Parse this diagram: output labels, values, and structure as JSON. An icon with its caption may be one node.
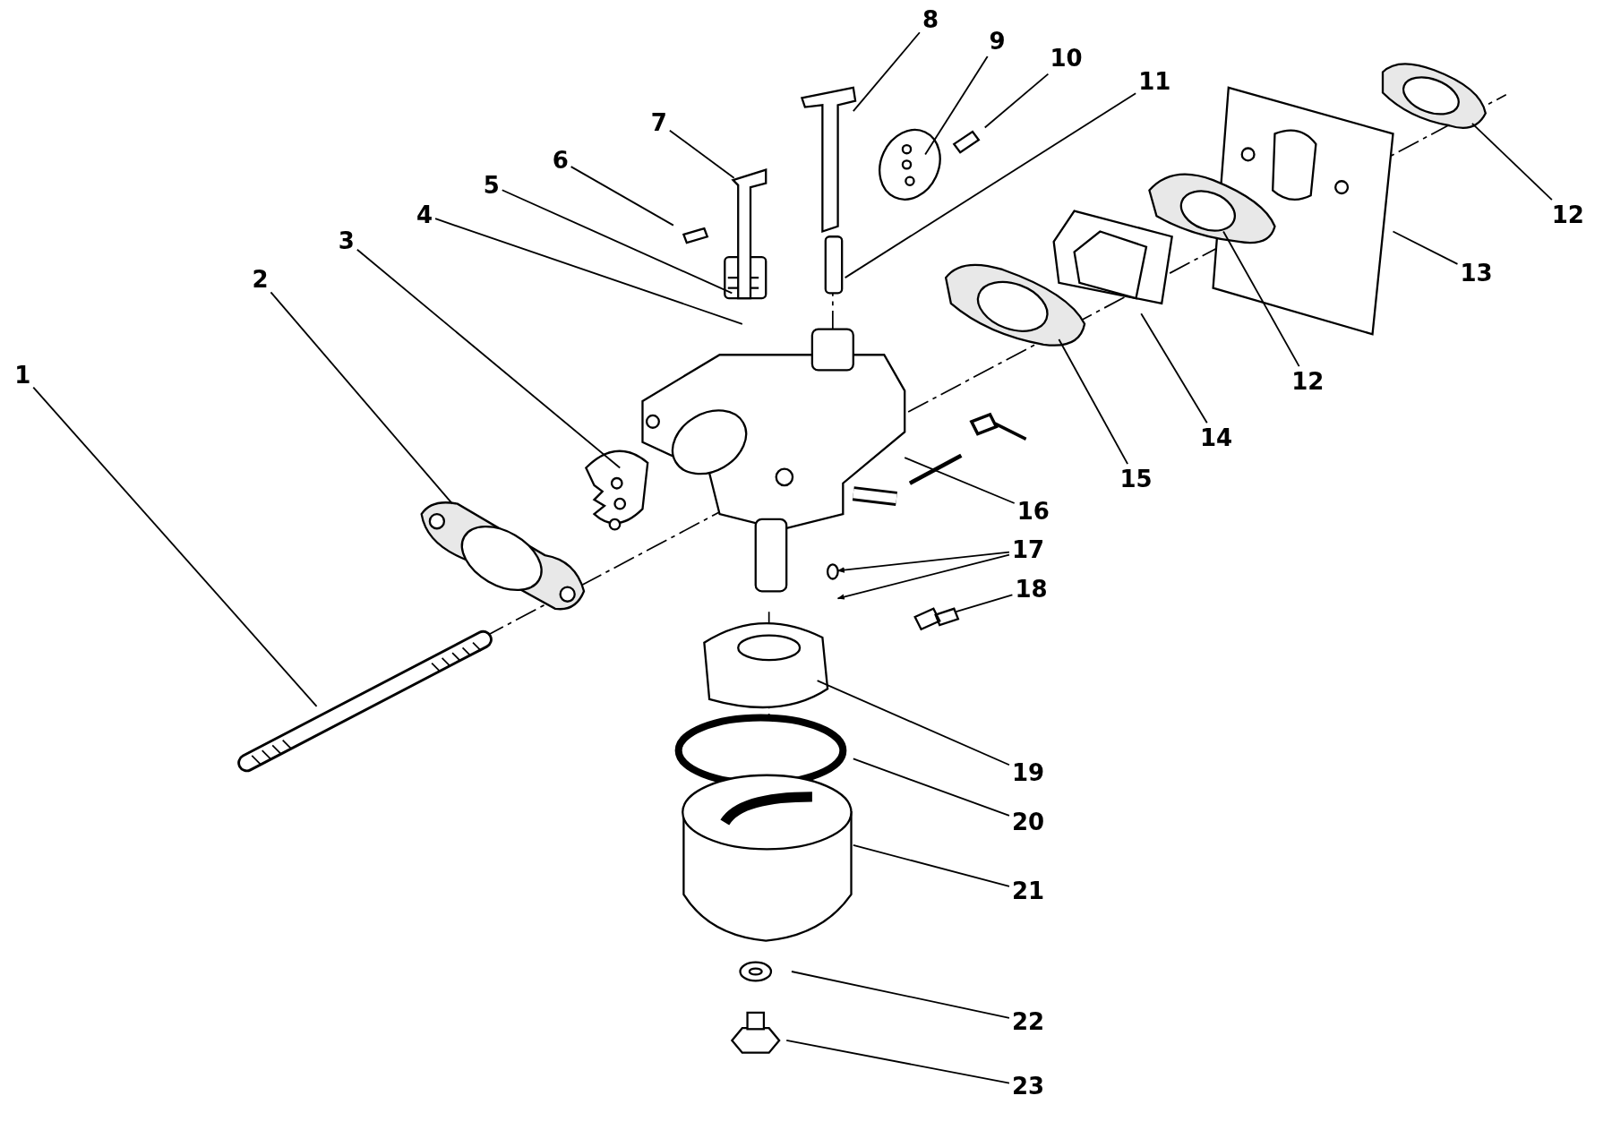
{
  "diagram": {
    "nodes": [
      {
        "text": [
          "1"
        ]
      },
      {
        "text": [
          "2"
        ]
      },
      {
        "text": [
          "3"
        ]
      },
      {
        "text": [
          "4"
        ]
      },
      {
        "text": [
          "5"
        ]
      },
      {
        "text": [
          "6"
        ]
      },
      {
        "text": [
          "7"
        ]
      },
      {
        "text": [
          "8"
        ]
      },
      {
        "text": [
          "9"
        ]
      },
      {
        "text": [
          "10"
        ]
      },
      {
        "text": [
          "11"
        ]
      },
      {
        "text": [
          "12"
        ]
      },
      {
        "text": [
          "13"
        ]
      },
      {
        "text": [
          "12"
        ]
      },
      {
        "text": [
          "14"
        ]
      },
      {
        "text": [
          "15"
        ]
      },
      {
        "text": [
          "16"
        ]
      },
      {
        "text": [
          "17"
        ]
      },
      {
        "text": [
          "18"
        ]
      },
      {
        "text": [
          "19"
        ]
      },
      {
        "text": [
          "20"
        ]
      },
      {
        "text": [
          "21"
        ]
      },
      {
        "text": [
          "22"
        ]
      },
      {
        "text": [
          "23"
        ]
      }
    ],
    "edges": [
      {
        "from": 0,
        "to": null,
        "arrow": "none"
      },
      {
        "from": 1,
        "to": null,
        "arrow": "none"
      },
      {
        "from": 2,
        "to": null,
        "arrow": "none"
      },
      {
        "from": 3,
        "to": null,
        "arrow": "none"
      },
      {
        "from": 4,
        "to": null,
        "arrow": "none"
      },
      {
        "from": 5,
        "to": null,
        "arrow": "none"
      },
      {
        "from": 6,
        "to": null,
        "arrow": "none"
      },
      {
        "from": 7,
        "to": null,
        "arrow": "none"
      },
      {
        "from": 8,
        "to": null,
        "arrow": "none"
      },
      {
        "from": 9,
        "to": null,
        "arrow": "none"
      },
      {
        "from": 10,
        "to": null,
        "arrow": "none"
      },
      {
        "from": 11,
        "to": null,
        "arrow": "none"
      },
      {
        "from": 12,
        "to": null,
        "arrow": "none"
      },
      {
        "from": 13,
        "to": null,
        "arrow": "none"
      },
      {
        "from": 14,
        "to": null,
        "arrow": "none"
      },
      {
        "from": 15,
        "to": null,
        "arrow": "none"
      },
      {
        "from": 16,
        "to": null,
        "arrow": "none"
      },
      {
        "from": 17,
        "to": null,
        "arrow": "to"
      },
      {
        "from": 17,
        "to": null,
        "arrow": "to"
      },
      {
        "from": 18,
        "to": null,
        "arrow": "none"
      },
      {
        "from": 19,
        "to": null,
        "arrow": "none"
      },
      {
        "from": 20,
        "to": null,
        "arrow": "none"
      },
      {
        "from": 21,
        "to": null,
        "arrow": "none"
      },
      {
        "from": 22,
        "to": null,
        "arrow": "none"
      },
      {
        "from": 23,
        "to": null,
        "arrow": "none"
      }
    ]
  }
}
